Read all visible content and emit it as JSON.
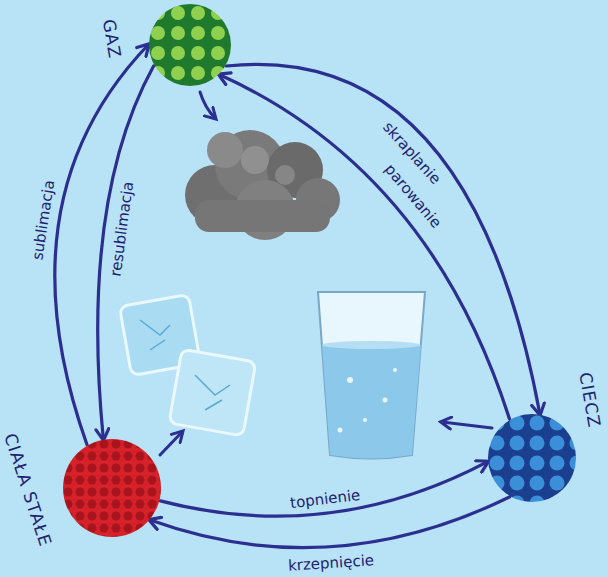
{
  "diagram": {
    "nodes": [
      {
        "text": [
          "GAZ"
        ]
      },
      {
        "text": [
          "CIECZ"
        ]
      },
      {
        "text": [
          "CIAŁA STAŁE"
        ]
      }
    ],
    "edges": [
      {
        "from": 0,
        "to": 1,
        "label": "skraplanie",
        "arrow": "to"
      },
      {
        "from": 1,
        "to": 0,
        "label": "parowanie",
        "arrow": "to"
      },
      {
        "from": 2,
        "to": 0,
        "label": "sublimacja",
        "arrow": "to"
      },
      {
        "from": 0,
        "to": 2,
        "label": "resublimacja",
        "arrow": "to"
      },
      {
        "from": 2,
        "to": 1,
        "label": "topnienie",
        "arrow": "to"
      },
      {
        "from": 1,
        "to": 2,
        "label": "krzepnięcie",
        "arrow": "to"
      }
    ]
  }
}
